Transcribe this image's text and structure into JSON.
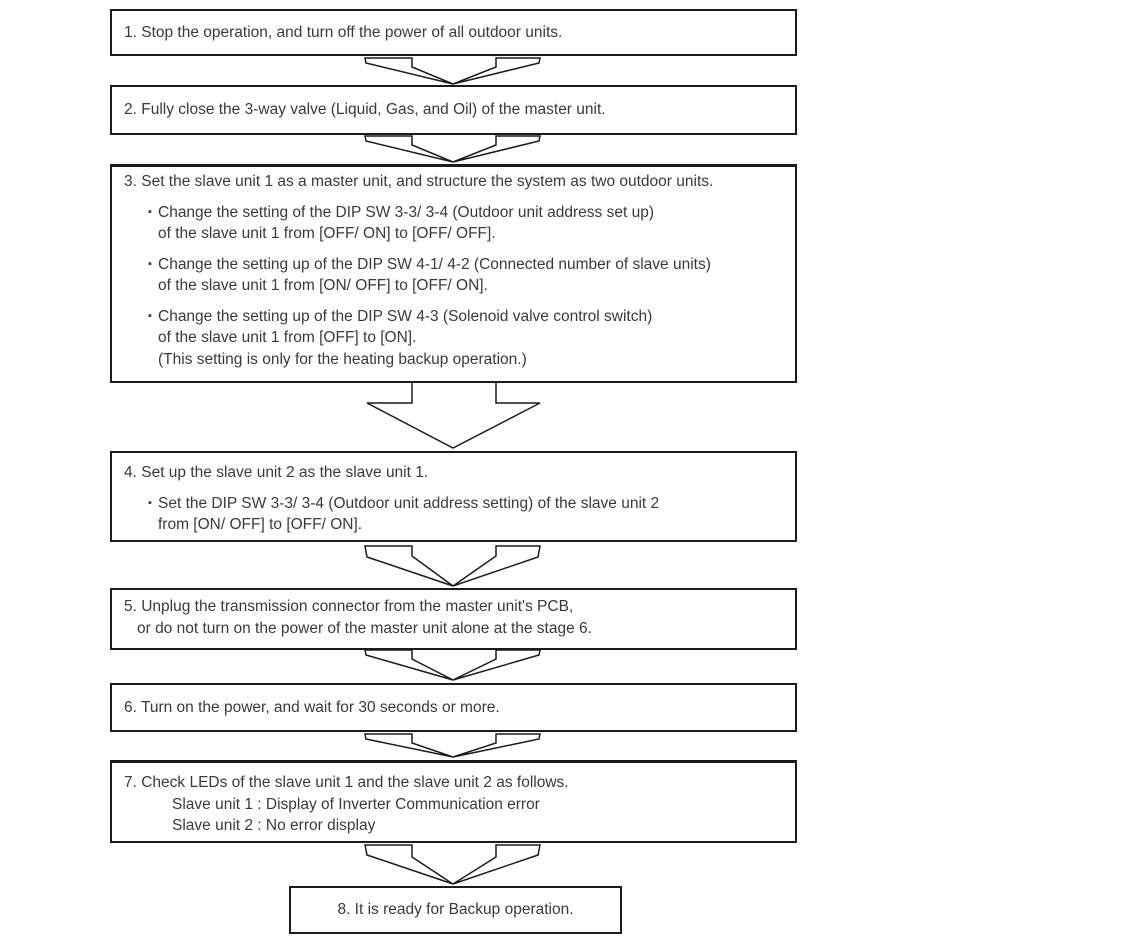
{
  "page": {
    "background": "#ffffff"
  },
  "colors": {
    "border": "#1c1c1c",
    "text": "#3a3a3a",
    "arrow_fill": "#ffffff"
  },
  "bullet": {
    "char": "▪"
  },
  "flow": {
    "steps": [
      {
        "id": 1,
        "title": "1. Stop the operation, and turn off the power of all outdoor units."
      },
      {
        "id": 2,
        "title": "2. Fully close the 3-way valve (Liquid, Gas, and Oil) of the master unit."
      },
      {
        "id": 3,
        "title": "3. Set the slave unit 1 as a master unit, and structure the system as two outdoor units.",
        "bullets": [
          {
            "lines": [
              "Change the setting of the DIP SW 3-3/ 3-4 (Outdoor unit address set up)",
              "of the slave unit 1 from [OFF/ ON] to [OFF/ OFF]."
            ]
          },
          {
            "lines": [
              "Change the setting up of the DIP SW 4-1/ 4-2 (Connected number of slave units)",
              "of the slave unit 1 from [ON/ OFF] to [OFF/ ON]."
            ]
          },
          {
            "lines": [
              "Change the setting up of the DIP SW 4-3 (Solenoid valve control switch)",
              "of the slave unit 1 from [OFF] to [ON].",
              "(This setting is only for the heating backup operation.)"
            ]
          }
        ]
      },
      {
        "id": 4,
        "title": "4. Set up the slave unit 2 as the slave unit 1.",
        "bullets": [
          {
            "lines": [
              "Set the DIP SW 3-3/ 3-4 (Outdoor unit address setting) of the slave unit 2",
              "from [ON/ OFF] to [OFF/ ON]."
            ]
          }
        ]
      },
      {
        "id": 5,
        "lines": [
          "5. Unplug the transmission connector from the master unit's PCB,",
          "or do not turn on the power of the master unit alone at the stage 6."
        ]
      },
      {
        "id": 6,
        "title": "6. Turn on the power, and wait for 30 seconds or more."
      },
      {
        "id": 7,
        "lines": [
          "7. Check LEDs of the slave unit 1 and the slave unit 2 as follows.",
          "Slave unit 1 : Display of Inverter Communication error",
          "Slave unit 2 : No error display"
        ]
      },
      {
        "id": 8,
        "title": "8. It is ready for Backup operation."
      }
    ],
    "connectors": [
      {
        "from": 1,
        "to": 2,
        "shape": "chevron"
      },
      {
        "from": 2,
        "to": 3,
        "shape": "chevron"
      },
      {
        "from": 3,
        "to": 4,
        "shape": "block-arrow"
      },
      {
        "from": 4,
        "to": 5,
        "shape": "chevron"
      },
      {
        "from": 5,
        "to": 6,
        "shape": "chevron"
      },
      {
        "from": 6,
        "to": 7,
        "shape": "chevron"
      },
      {
        "from": 7,
        "to": 8,
        "shape": "chevron"
      }
    ]
  }
}
